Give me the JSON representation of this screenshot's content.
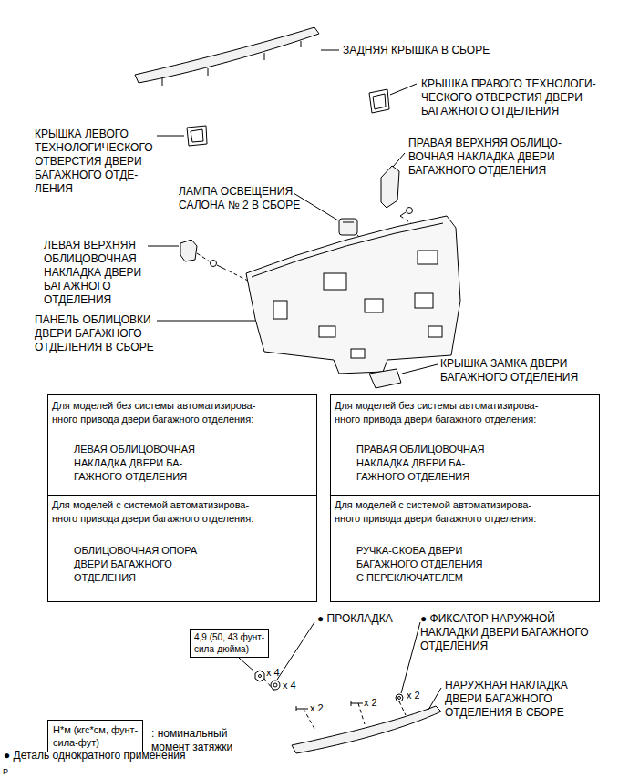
{
  "diagram": {
    "nodes": [
      {
        "text": [
          "Для моделей без системы автоматизирова- нного привода двери багажного отделения:",
          "ЛЕВАЯ ОБЛИЦОВОЧНАЯ НАКЛАДКА ДВЕРИ БА- ГАЖНОГО ОТДЕЛЕНИЯ"
        ]
      },
      {
        "text": [
          "Для моделей без системы автоматизирова- нного привода двери багажного отделения:",
          "ПРАВАЯ ОБЛИЦОВОЧНАЯ НАКЛАДКА ДВЕРИ БА- ГАЖНОГО ОТДЕЛЕНИЯ"
        ]
      },
      {
        "text": [
          "Для моделей с системой автоматизирова- нного привода двери багажного отделения:",
          "ОБЛИЦОВОЧНАЯ ОПОРА ДВЕРИ БАГАЖНОГО ОТДЕЛЕНИЯ"
        ]
      },
      {
        "text": [
          "Для моделей с системой автоматизирова- нного привода двери багажного отделения:",
          "РУЧКА-СКОБА ДВЕРИ БАГАЖНОГО ОТДЕЛЕНИЯ С ПЕРЕКЛЮЧАТЕЛЕМ"
        ]
      },
      {
        "text": [
          "4,9 (50, 43 фунт- сила-дюйма)"
        ]
      },
      {
        "text": [
          "Н*м (кгс*см, фунт- сила-фут)"
        ]
      }
    ],
    "labels": [
      "ЗАДНЯЯ КРЫШКА В СБОРЕ",
      "КРЫШКА ПРАВОГО ТЕХНОЛОГИ- ЧЕСКОГО ОТВЕРСТИЯ ДВЕРИ БАГАЖНОГО ОТДЕЛЕНИЯ",
      "КРЫШКА ЛЕВОГО ТЕХНОЛОГИЧЕСКОГО ОТВЕРСТИЯ ДВЕРИ БАГАЖНОГО ОТДЕ- ЛЕНИЯ",
      "ПРАВАЯ ВЕРХНЯЯ ОБЛИЦО- ВОЧНАЯ НАКЛАДКА ДВЕРИ БАГАЖНОГО ОТДЕЛЕНИЯ",
      "ЛАМПА ОСВЕЩЕНИЯ САЛОНА № 2 В СБОРЕ",
      "ЛЕВАЯ ВЕРХНЯЯ ОБЛИЦОВОЧНАЯ НАКЛАДКА ДВЕРИ БАГАЖНОГО ОТДЕЛЕНИЯ",
      "ПАНЕЛЬ ОБЛИЦОВКИ ДВЕРИ БАГАЖНОГО ОТДЕЛЕНИЯ В СБОРЕ",
      "КРЫШКА ЗАМКА ДВЕРИ БАГАЖНОГО ОТДЕЛЕНИЯ",
      "● ПРОКЛАДКА",
      "● ФИКСАТОР НАРУЖНОЙ НАКЛАДКИ ДВЕРИ БАГАЖНОГО ОТДЕЛЕНИЯ",
      "x 4",
      "x 4",
      "x 2",
      "x 2",
      "x 2",
      "НАРУЖНАЯ НАКЛАДКА ДВЕРИ БАГАЖНОГО ОТДЕЛЕНИЯ В СБОРЕ",
      ": номинальный момент затяжки",
      "● Деталь однократного применения",
      "P"
    ]
  }
}
